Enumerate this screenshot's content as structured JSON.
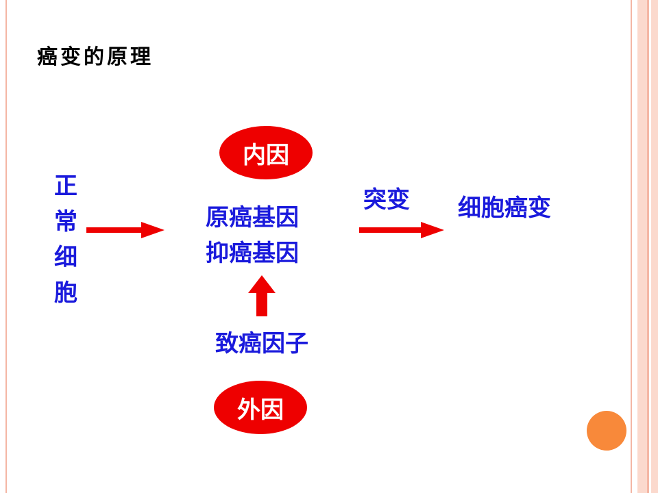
{
  "title": "癌变的原理",
  "normal_cell": [
    "正",
    "常",
    "细",
    "胞"
  ],
  "internal_factor": "内因",
  "genes": {
    "proto_oncogene": "原癌基因",
    "tumor_suppressor": "抑癌基因"
  },
  "mutation": "突变",
  "result": "细胞癌变",
  "carcinogen": "致癌因子",
  "external_factor": "外因",
  "colors": {
    "text_blue": "#1a1adc",
    "arrow_red": "#ee0000",
    "oval_red": "#ee0000",
    "accent_orange": "#f8893a",
    "border_salmon": "#f4b6a4"
  }
}
